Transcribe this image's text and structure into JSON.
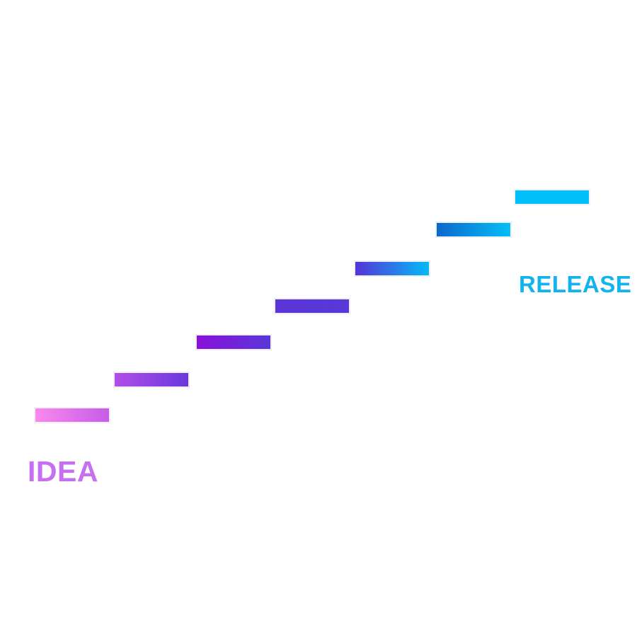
{
  "labels": {
    "start": "IDEA",
    "end": "RELEASE"
  },
  "colors": {
    "start_label": "#c66ff0",
    "end_label": "#12b4ef",
    "steps": [
      [
        "#fa88ec",
        "#c55de8"
      ],
      [
        "#b24ee8",
        "#6a38dc"
      ],
      [
        "#8a10d8",
        "#5838d8"
      ],
      [
        "#5a34d8",
        "#5838d8"
      ],
      [
        "#5434d8",
        "#06baf6"
      ],
      [
        "#0c68cc",
        "#06bef6"
      ],
      [
        "#02befa",
        "#02befa"
      ]
    ]
  },
  "steps_count": 7
}
